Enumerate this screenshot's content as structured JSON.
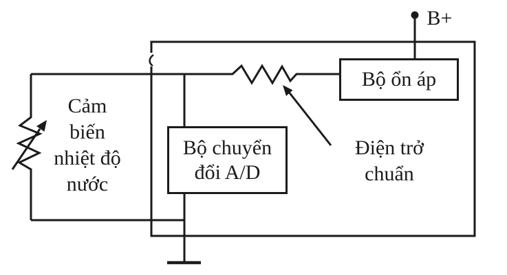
{
  "colors": {
    "background": "#ffffff",
    "line": "#1b1b1b",
    "text": "#1b1b1b"
  },
  "diagram": {
    "power": {
      "label": "B+"
    },
    "regulator_box": {
      "label": "Bộ ổn áp"
    },
    "adc_box": {
      "lines": [
        "Bộ chuyển",
        "đổi A/D"
      ]
    },
    "sensor_label": {
      "lines": [
        "Cảm",
        "biến",
        "nhiệt độ",
        "nước"
      ]
    },
    "reference_resistor_label": {
      "lines": [
        "Điện trở",
        "chuẩn"
      ]
    },
    "symbols": {
      "thermistor": "variable-resistor-zigzag-with-arrow",
      "reference_resistor": "zigzag-resistor",
      "ground": "ground-bar",
      "power_terminal": "filled-dot"
    }
  }
}
